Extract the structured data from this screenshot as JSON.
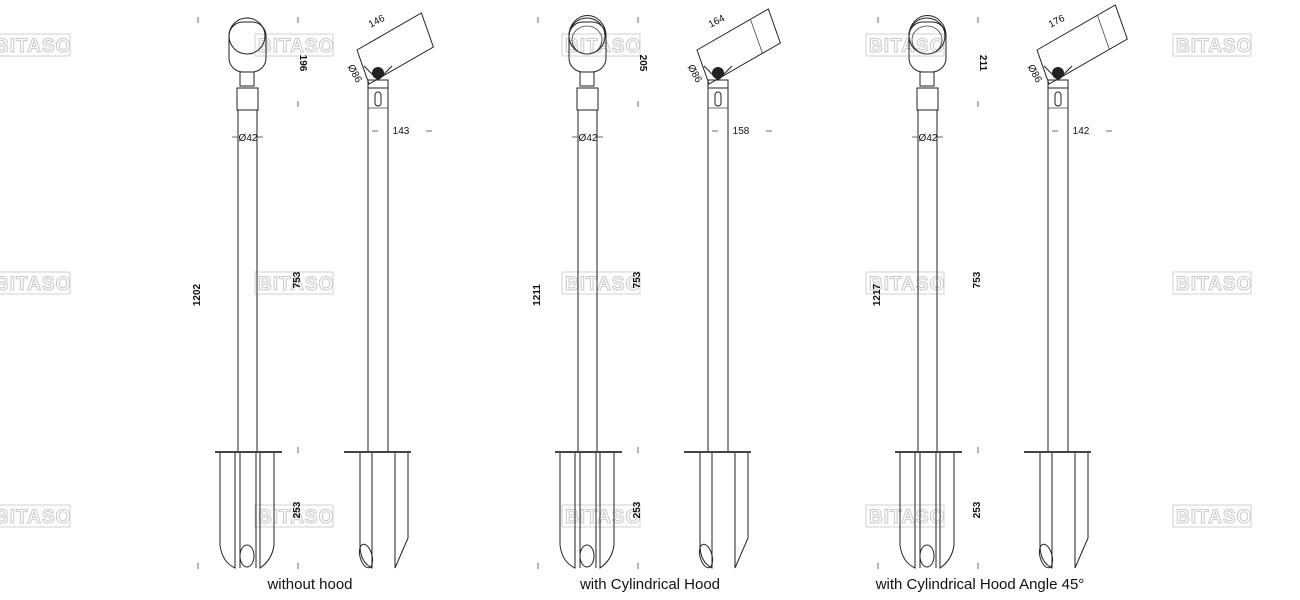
{
  "watermark": "BITASO",
  "variants": [
    {
      "caption": "without hood",
      "total_height": "1202",
      "head_height": "196",
      "pole_height": "753",
      "stake_height": "253",
      "pole_diameter": "Ø42",
      "head_diameter": "Ø86",
      "head_length": "146",
      "side_offset": "143",
      "hood": "none"
    },
    {
      "caption": "with Cylindrical Hood",
      "total_height": "1211",
      "head_height": "205",
      "pole_height": "753",
      "stake_height": "253",
      "pole_diameter": "Ø42",
      "head_diameter": "Ø86",
      "head_length": "164",
      "side_offset": "158",
      "hood": "cylindrical"
    },
    {
      "caption": "with Cylindrical Hood Angle 45°",
      "total_height": "1217",
      "head_height": "211",
      "pole_height": "753",
      "stake_height": "253",
      "pole_diameter": "Ø42",
      "head_diameter": "Ø86",
      "head_length": "176",
      "side_offset": "142",
      "hood": "angled"
    }
  ]
}
